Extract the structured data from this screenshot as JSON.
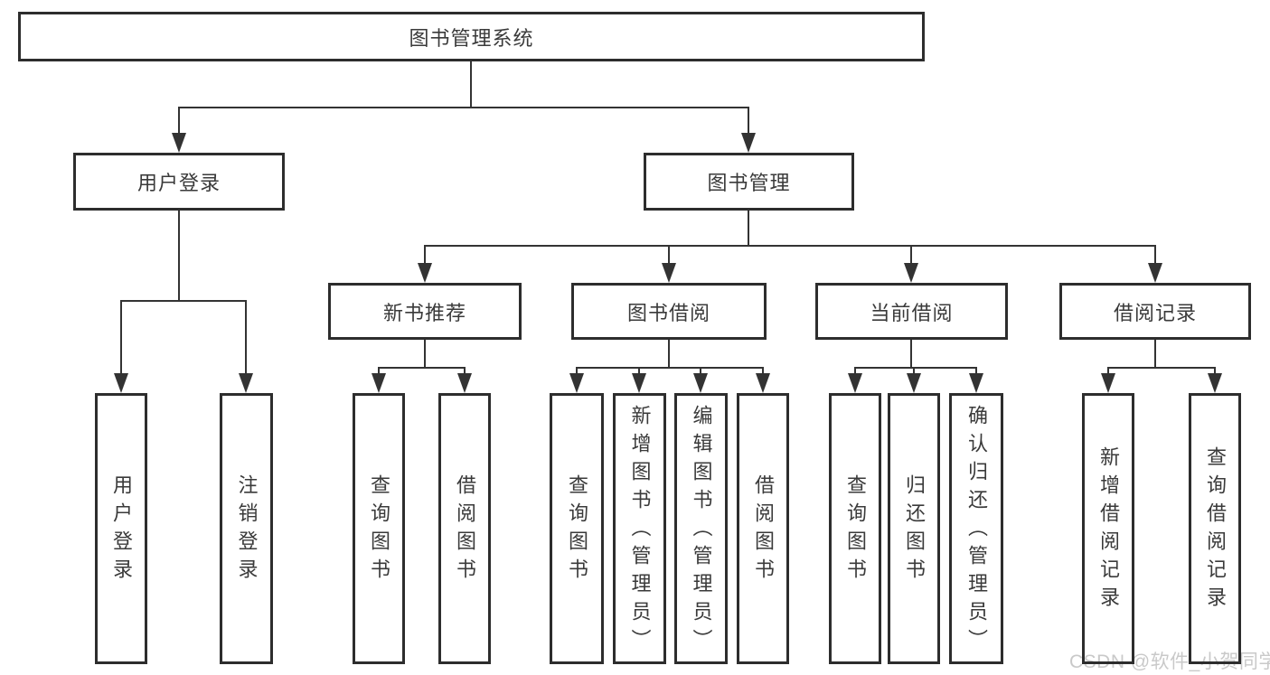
{
  "diagram": {
    "title": "图书管理系统",
    "branches": {
      "user_login": {
        "label": "用户登录",
        "children": {
          "login": "用户登录",
          "logout": "注销登录"
        }
      },
      "book_mgmt": {
        "label": "图书管理",
        "children": {
          "new_book_rec": {
            "label": "新书推荐",
            "children": {
              "query_books": "查询图书",
              "borrow_books": "借阅图书"
            }
          },
          "book_borrow": {
            "label": "图书借阅",
            "children": {
              "query_books": "查询图书",
              "add_books_admin": "新增图书（管理员）",
              "edit_books_admin": "编辑图书（管理员）",
              "borrow_books": "借阅图书"
            }
          },
          "current_borrow": {
            "label": "当前借阅",
            "children": {
              "query_books": "查询图书",
              "return_books": "归还图书",
              "confirm_return_admin": "确认归还（管理员）"
            }
          },
          "borrow_records": {
            "label": "借阅记录",
            "children": {
              "add_record": "新增借阅记录",
              "query_record": "查询借阅记录"
            }
          }
        }
      }
    }
  },
  "watermark": {
    "text": "CSDN @软件_小贺同学",
    "color": "#c9c9c9"
  },
  "colors": {
    "line": "#333333",
    "border": "#2d2d2d",
    "text": "#3a3a3a",
    "background": "#ffffff"
  }
}
